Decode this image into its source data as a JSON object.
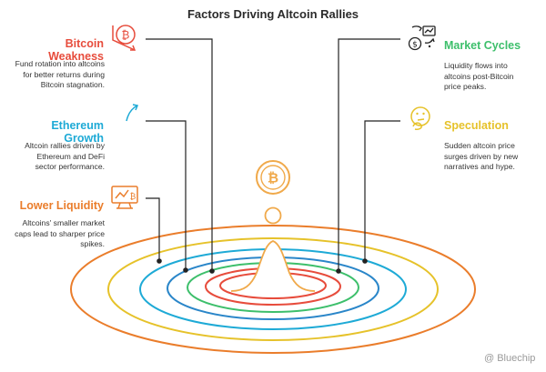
{
  "title": "Factors Driving Altcoin Rallies",
  "factors": [
    {
      "heading": "Bitcoin Weakness",
      "description": "Fund rotation into altcoins for better returns during Bitcoin stagnation.",
      "color": "#e74c3c",
      "icon": "bitcoin-down-icon"
    },
    {
      "heading": "Ethereum Growth",
      "description": "Altcoin rallies driven by Ethereum and DeFi sector performance.",
      "color": "#1eaad6",
      "icon": "trend-up-icon"
    },
    {
      "heading": "Lower Liquidity",
      "description": "Altcoins' smaller market caps lead to sharper price spikes.",
      "color": "#ea7d2b",
      "icon": "chart-monitor-icon"
    },
    {
      "heading": "Market Cycles",
      "description": "Liquidity flows into altcoins post-Bitcoin price peaks.",
      "color": "#3dbf6b",
      "icon": "dollar-cycle-icon"
    },
    {
      "heading": "Speculation",
      "description": "Sudden altcoin price surges driven by new narratives and hype.",
      "color": "#e6c22a",
      "icon": "thinking-face-icon"
    }
  ],
  "watermark": "@ Bluechip",
  "colors": {
    "ring_blue": "#2a86c9",
    "ring_teal": "#1aa9a0",
    "line": "#222222",
    "drop": "#f0a94a"
  }
}
